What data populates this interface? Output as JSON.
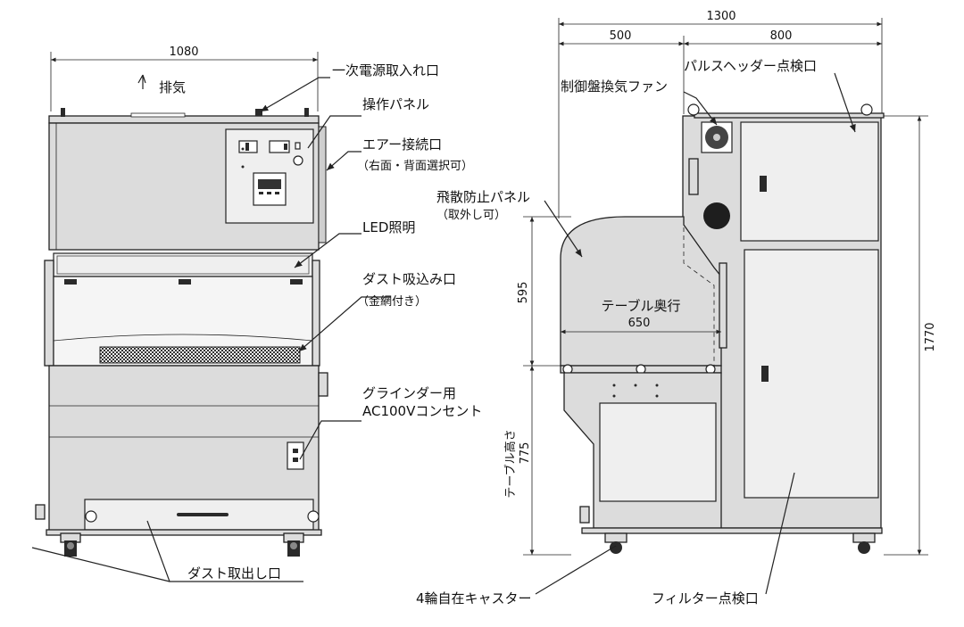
{
  "labels": {
    "exhaust": "排気",
    "primary_power": "一次電源取入れ口",
    "control_panel": "操作パネル",
    "air_connection": "エアー接続口",
    "air_connection_note": "（右面・背面選択可）",
    "led_light": "LED照明",
    "dust_inlet": "ダスト吸込み口",
    "dust_inlet_note": "（金網付き）",
    "grinder_outlet_1": "グラインダー用",
    "grinder_outlet_2": "AC100Vコンセント",
    "dust_outlet": "ダスト取出し口",
    "scatter_panel": "飛散防止パネル",
    "scatter_panel_note": "（取外し可）",
    "control_fan": "制御盤換気ファン",
    "pulse_header": "パルスヘッダー点検口",
    "table_depth": "テーブル奥行",
    "table_height": "テーブル高さ",
    "caster": "4輪自在キャスター",
    "filter_inspection": "フィルター点検口"
  },
  "dimensions": {
    "front_width": "1080",
    "total_depth": "1300",
    "depth_front": "500",
    "depth_rear": "800",
    "total_height": "1770",
    "panel_height": "595",
    "table_height": "775",
    "table_depth": "650"
  }
}
